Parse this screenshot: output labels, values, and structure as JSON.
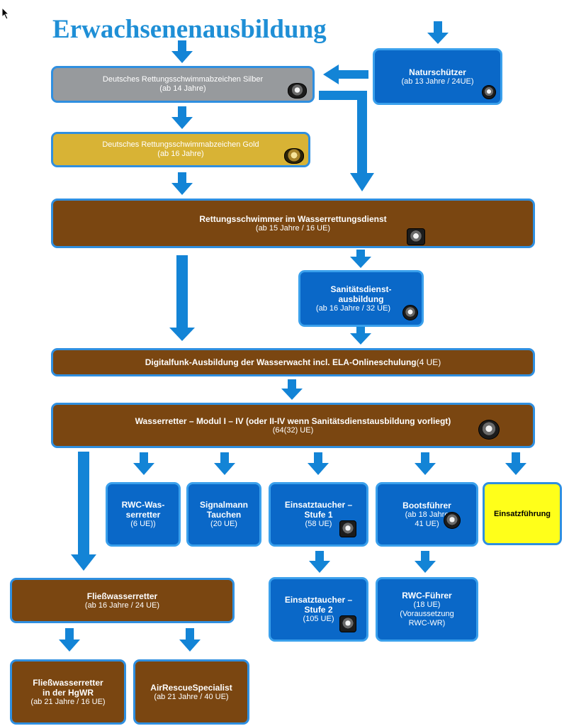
{
  "title": "Erwachsenenausbildung",
  "boxes": {
    "silber": {
      "title": "Deutsches Rettungsschwimmabzeichen Silber",
      "sub": "(ab 14 Jahre)"
    },
    "gold": {
      "title": "Deutsches Rettungsschwimmabzeichen Gold",
      "sub": "(ab 16 Jahre)"
    },
    "naturschuetzer": {
      "title": "Naturschützer",
      "sub": "(ab 13 Jahre / 24UE)"
    },
    "rettungsschwimmer": {
      "title": "Rettungsschwimmer im Wasserrettungsdienst",
      "sub": "(ab 15 Jahre / 16 UE)"
    },
    "sanitaet": {
      "title_line1": "Sanitätsdienst-",
      "title_line2": "ausbildung",
      "sub": "(ab 16 Jahre / 32 UE)"
    },
    "digitalfunk": {
      "title": "Digitalfunk-Ausbildung der Wasserwacht incl. ELA-Onlineschulung",
      "extra": " (4 UE)"
    },
    "wasserretter": {
      "title": "Wasserretter – Modul I – IV (oder II-IV wenn Sanitätsdienstausbildung vorliegt)",
      "sub": "(64(32) UE)"
    },
    "rwc_wasserretter": {
      "line1": "RWC-Was-",
      "line2": "serretter",
      "sub": "(6 UE))"
    },
    "signalmann": {
      "line1": "Signalmann",
      "line2": "Tauchen",
      "sub": "(20 UE)"
    },
    "einsatztaucher1": {
      "line1": "Einsatztaucher –",
      "line2": "Stufe 1",
      "sub": "(58 UE)"
    },
    "bootsfuehrer": {
      "title": "Bootsführer",
      "sub1": "(ab 18 Jahre",
      "sub2": "41 UE)"
    },
    "einsatzfuehrung": {
      "title": "Einsatzführung"
    },
    "fliesswasserretter": {
      "title": "Fließwasserretter",
      "sub": "(ab 16 Jahre / 24 UE)"
    },
    "einsatztaucher2": {
      "line1": "Einsatztaucher –",
      "line2": "Stufe 2",
      "sub": "(105 UE)"
    },
    "rwc_fuehrer": {
      "title": "RWC-Führer",
      "sub1": "(18 UE)",
      "sub2": "(Voraussetzung",
      "sub3": "RWC-WR)"
    },
    "fwr_hgwr": {
      "line1": "Fließwasserretter",
      "line2": "in der HgWR",
      "sub": "(ab 21 Jahre / 16 UE)"
    },
    "airrescue": {
      "title": "AirRescueSpecialist",
      "sub": "(ab 21 Jahre / 40 UE)"
    }
  },
  "colors": {
    "arrow": "#1384d6",
    "brown": "#7a4611",
    "blue": "#0a68c8",
    "grey": "#979a9d",
    "gold": "#d8b335",
    "yellow": "#ffff1a",
    "title": "#1f8fd6"
  }
}
